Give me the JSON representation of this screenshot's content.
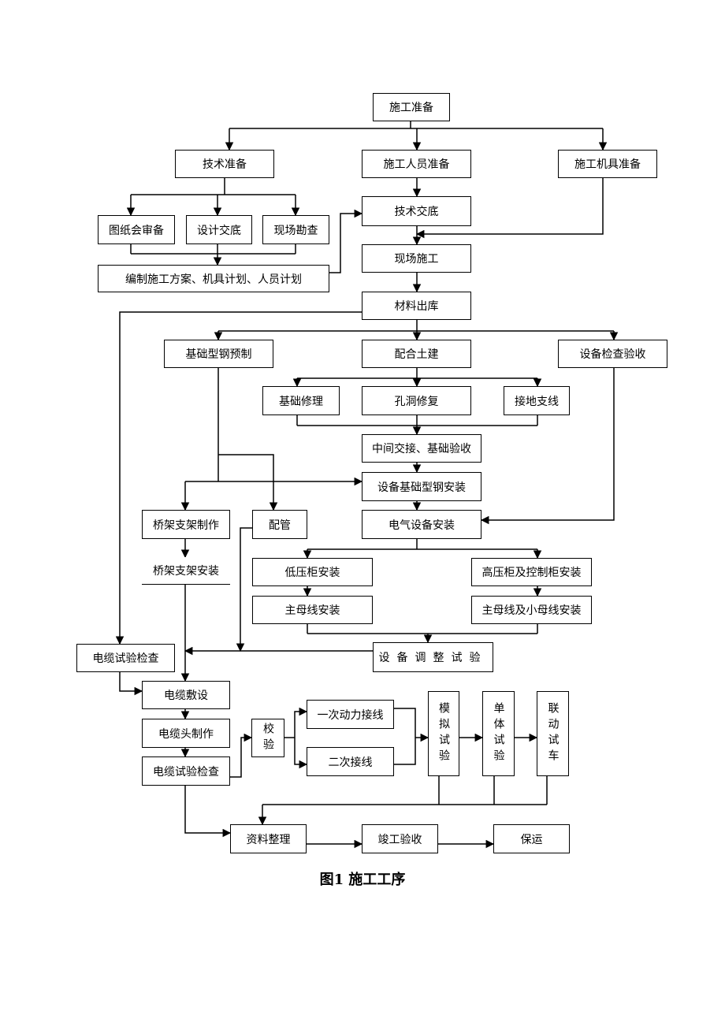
{
  "nodes": {
    "prep": "施工准备",
    "tech_prep": "技术准备",
    "staff_prep": "施工人员准备",
    "tool_prep": "施工机具准备",
    "drawing_review": "图纸会审备",
    "design_brief": "设计交底",
    "site_survey": "现场勘查",
    "tech_brief": "技术交底",
    "plan": "编制施工方案、机具计划、人员计划",
    "site_work": "现场施工",
    "material_out": "材料出库",
    "steel_prefab": "基础型钢预制",
    "civil_coop": "配合土建",
    "equip_check": "设备检查验收",
    "base_repair": "基础修理",
    "hole_repair": "孔洞修复",
    "ground_line": "接地支线",
    "mid_handover": "中间交接、基础验收",
    "steel_install": "设备基础型钢安装",
    "bracket_make": "桥架支架制作",
    "conduit": "配管",
    "elec_install": "电气设备安装",
    "bracket_install": "桥架支架安装",
    "lv_cabinet": "低压柜安装",
    "hv_cabinet": "高压柜及控制柜安装",
    "main_bus": "主母线安装",
    "main_small_bus": "主母线及小母线安装",
    "equip_adjust": "设备调整试验",
    "cable_test_check_1": "电缆试验检查",
    "cable_lay": "电缆敷设",
    "cable_head": "电缆头制作",
    "cable_test_check_2": "电缆试验检查",
    "calibrate": "校验",
    "primary_wiring": "一次动力接线",
    "secondary_wiring": "二次接线",
    "sim_test": "模拟试验",
    "unit_test": "单体试验",
    "joint_run": "联动试车",
    "docs": "资料整理",
    "completion": "竣工验收",
    "warranty": "保运"
  },
  "caption": "图1  施工工序"
}
